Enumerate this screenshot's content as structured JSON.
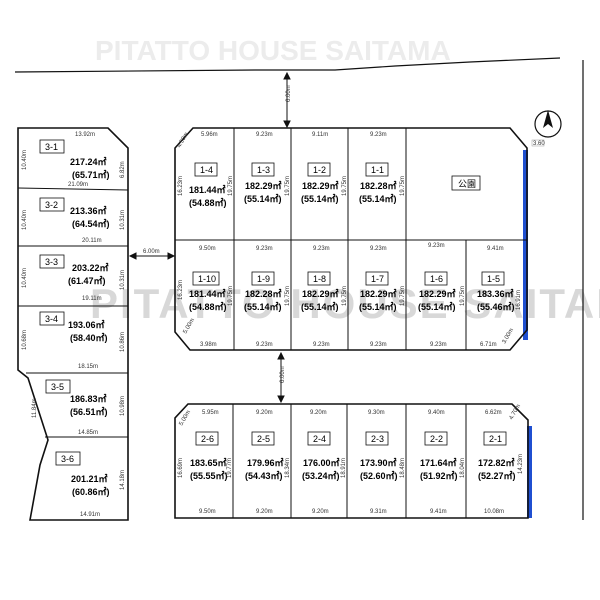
{
  "watermark": "PITATTO HOUSE SAITAMA",
  "watermark_top": "PITATTO HOUSE SAITAMA",
  "roads": {
    "top_width": "6.00m",
    "left_width": "6.00m",
    "middle_width": "6.00m"
  },
  "park_label": "公園",
  "corner_label": "3.60",
  "lots": {
    "b3_1": {
      "id": "3-1",
      "area": "217.24㎡",
      "tsubo": "(65.71㎡)"
    },
    "b3_2": {
      "id": "3-2",
      "area": "213.36㎡",
      "tsubo": "(64.54㎡)"
    },
    "b3_3": {
      "id": "3-3",
      "area": "203.22㎡",
      "tsubo": "(61.47㎡)"
    },
    "b3_4": {
      "id": "3-4",
      "area": "193.06㎡",
      "tsubo": "(58.40㎡)"
    },
    "b3_5": {
      "id": "3-5",
      "area": "186.83㎡",
      "tsubo": "(56.51㎡)"
    },
    "b3_6": {
      "id": "3-6",
      "area": "201.21㎡",
      "tsubo": "(60.86㎡)"
    },
    "b1_4": {
      "id": "1-4",
      "area": "181.44㎡",
      "tsubo": "(54.88㎡)"
    },
    "b1_3": {
      "id": "1-3",
      "area": "182.29㎡",
      "tsubo": "(55.14㎡)"
    },
    "b1_2": {
      "id": "1-2",
      "area": "182.29㎡",
      "tsubo": "(55.14㎡)"
    },
    "b1_1": {
      "id": "1-1",
      "area": "182.28㎡",
      "tsubo": "(55.14㎡)"
    },
    "b1_10": {
      "id": "1-10",
      "area": "181.44㎡",
      "tsubo": "(54.88㎡)"
    },
    "b1_9": {
      "id": "1-9",
      "area": "182.28㎡",
      "tsubo": "(55.14㎡)"
    },
    "b1_8": {
      "id": "1-8",
      "area": "182.29㎡",
      "tsubo": "(55.14㎡)"
    },
    "b1_7": {
      "id": "1-7",
      "area": "182.29㎡",
      "tsubo": "(55.14㎡)"
    },
    "b1_6": {
      "id": "1-6",
      "area": "182.29㎡",
      "tsubo": "(55.14㎡)"
    },
    "b1_5": {
      "id": "1-5",
      "area": "183.36㎡",
      "tsubo": "(55.46㎡)"
    },
    "b2_6": {
      "id": "2-6",
      "area": "183.65㎡",
      "tsubo": "(55.55㎡)"
    },
    "b2_5": {
      "id": "2-5",
      "area": "179.96㎡",
      "tsubo": "(54.43㎡)"
    },
    "b2_4": {
      "id": "2-4",
      "area": "176.00㎡",
      "tsubo": "(53.24㎡)"
    },
    "b2_3": {
      "id": "2-3",
      "area": "173.90㎡",
      "tsubo": "(52.60㎡)"
    },
    "b2_2": {
      "id": "2-2",
      "area": "171.64㎡",
      "tsubo": "(51.92㎡)"
    },
    "b2_1": {
      "id": "2-1",
      "area": "172.82㎡",
      "tsubo": "(52.27㎡)"
    }
  },
  "dims": {
    "d3_1_top": "13.92m",
    "d3_1_bot": "21.09m",
    "d3_1_l": "10.40m",
    "d3_1_r": "6.82m",
    "d3_2_bot": "20.11m",
    "d3_2_l": "10.40m",
    "d3_2_r": "10.31m",
    "d3_3_bot": "19.11m",
    "d3_3_l": "10.40m",
    "d3_3_r": "10.31m",
    "d3_4_bot": "18.15m",
    "d3_4_l": "10.68m",
    "d3_4_r": "10.86m",
    "d3_5_bot": "14.85m",
    "d3_5_l": "11.84m",
    "d3_5_r": "10.98m",
    "d3_6_bot": "14.91m",
    "d3_6_r": "14.18m",
    "r1_t1": "5.96m",
    "r1_t2": "9.23m",
    "r1_t3": "9.11m",
    "r1_t4": "9.23m",
    "r1_l": "16.23m",
    "r1_v1": "19.75m",
    "r1_v2": "19.75m",
    "r1_v3": "19.75m",
    "r1_v4": "19.75m",
    "r2_t1": "9.50m",
    "r2_t2": "9.23m",
    "r2_t3": "9.23m",
    "r2_t4": "9.23m",
    "r2_t5": "9.23m",
    "r2_t6": "9.41m",
    "r2_l": "16.23m",
    "r2_v1": "19.75m",
    "r2_v2": "19.75m",
    "r2_v3": "19.75m",
    "r2_v4": "19.75m",
    "r2_v5": "19.75m",
    "r2_r": "16.91m",
    "r2_b1": "3.98m",
    "r2_b2": "9.23m",
    "r2_b3": "9.23m",
    "r2_b4": "9.23m",
    "r2_b5": "9.23m",
    "r2_b6": "6.71m",
    "r2_c1": "5.00m",
    "r2_c2": "3.00m",
    "r3_t1": "5.95m",
    "r3_t2": "9.20m",
    "r3_t3": "9.20m",
    "r3_t4": "9.30m",
    "r3_t5": "9.40m",
    "r3_t6": "6.62m",
    "r3_l": "16.69m",
    "r3_v1": "19.77m",
    "r3_v2": "18.34m",
    "r3_v3": "18.91m",
    "r3_v4": "18.48m",
    "r3_v5": "18.04m",
    "r3_r": "14.23m",
    "r3_b1": "9.50m",
    "r3_b2": "9.20m",
    "r3_b3": "9.20m",
    "r3_b4": "9.31m",
    "r3_b5": "9.41m",
    "r3_b6": "10.08m",
    "r3_c1": "5.00m",
    "r3_c2": "4.70m",
    "r1_c1": "4.50m"
  },
  "colors": {
    "line": "#111111",
    "accent_road": "#1f4fd1"
  },
  "icons": {
    "north_arrow": "north-arrow-icon"
  }
}
